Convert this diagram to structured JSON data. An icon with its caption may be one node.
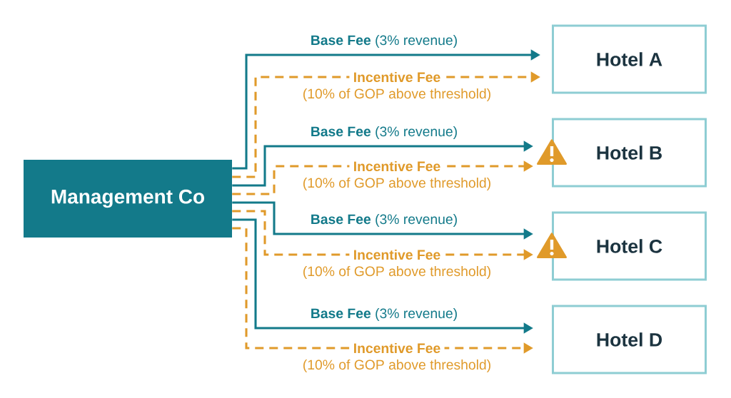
{
  "diagram": {
    "nodes": [
      {
        "text": [
          "Management Co"
        ]
      },
      {
        "text": [
          "Hotel A"
        ]
      },
      {
        "text": [
          "Hotel B"
        ]
      },
      {
        "text": [
          "Hotel C"
        ]
      },
      {
        "text": [
          "Hotel D"
        ]
      }
    ],
    "edges": [
      {
        "from": 0,
        "to": 1,
        "arrow": "to",
        "label": "**Base Fee** (3% revenue)"
      },
      {
        "from": 0,
        "to": 1,
        "arrow": "to",
        "label": "Incentive Fee",
        "style": "dashed",
        "color": "#e09a2a"
      },
      {
        "from": 0,
        "to": 2,
        "arrow": "to",
        "label": "**Base Fee** (3% revenue)"
      },
      {
        "from": 0,
        "to": 2,
        "arrow": "to",
        "label": "Incentive Fee",
        "style": "dashed",
        "color": "#e09a2a"
      },
      {
        "from": 0,
        "to": 3,
        "arrow": "to",
        "label": "**Base Fee** (3% revenue)"
      },
      {
        "from": 0,
        "to": 3,
        "arrow": "to",
        "label": "Incentive Fee",
        "style": "dashed",
        "color": "#e09a2a"
      },
      {
        "from": 0,
        "to": 4,
        "arrow": "to",
        "label": "**Base Fee** (3% revenue)"
      },
      {
        "from": 0,
        "to": 4,
        "arrow": "to",
        "label": "Incentive Fee",
        "style": "dashed",
        "color": "#e09a2a"
      }
    ],
    "labels": [
      "(10% of GOP above threshold)",
      "(10% of GOP above threshold)",
      "(10% of GOP above threshold)",
      "(10% of GOP above threshold)"
    ]
  }
}
